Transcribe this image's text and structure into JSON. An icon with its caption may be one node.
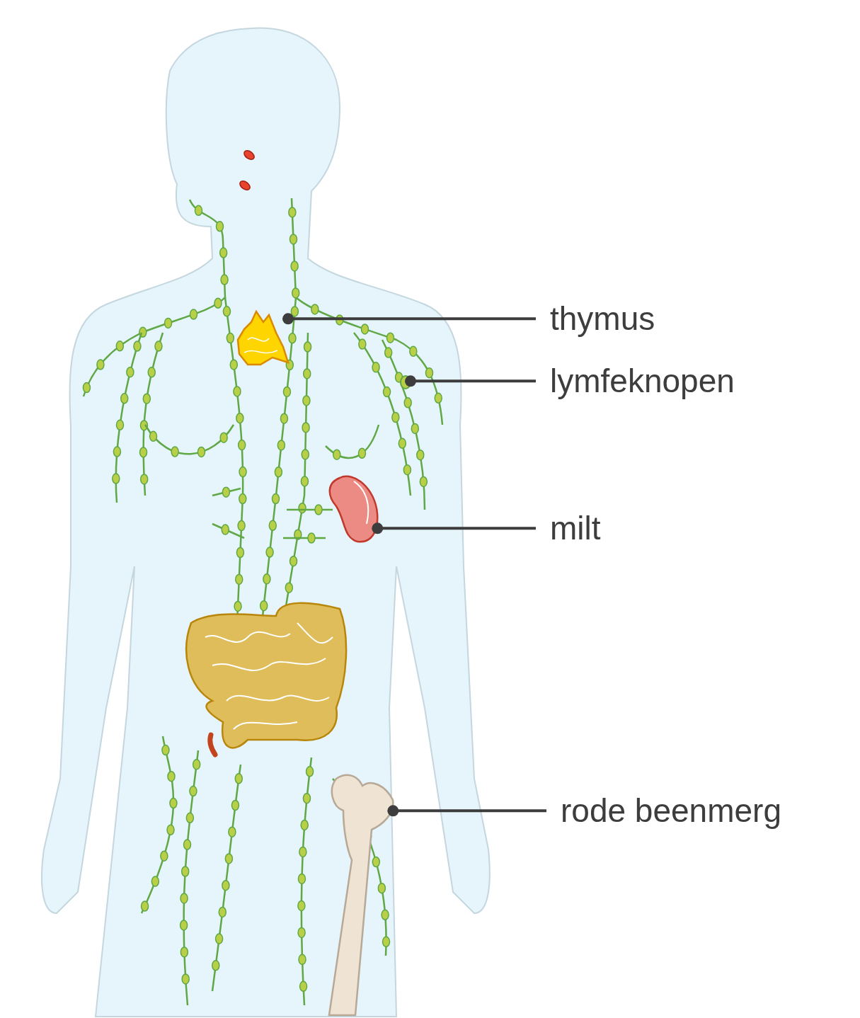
{
  "diagram": {
    "nodes": [
      {
        "text": [
          "thymus"
        ]
      },
      {
        "text": [],
        "shape": "picture"
      },
      {
        "text": [
          "lymfeknopen"
        ]
      },
      {
        "text": [],
        "shape": "picture"
      },
      {
        "text": [
          "milt"
        ]
      },
      {
        "text": [],
        "shape": "picture"
      },
      {
        "text": [
          "rode beenmerg"
        ]
      },
      {
        "text": [],
        "shape": "picture"
      }
    ],
    "edges": [
      {
        "from": 0,
        "to": 1,
        "arrow": "other"
      },
      {
        "from": 2,
        "to": 3,
        "arrow": "other"
      },
      {
        "from": 4,
        "to": 5,
        "arrow": "other"
      },
      {
        "from": 6,
        "to": 7,
        "arrow": "other"
      }
    ]
  }
}
